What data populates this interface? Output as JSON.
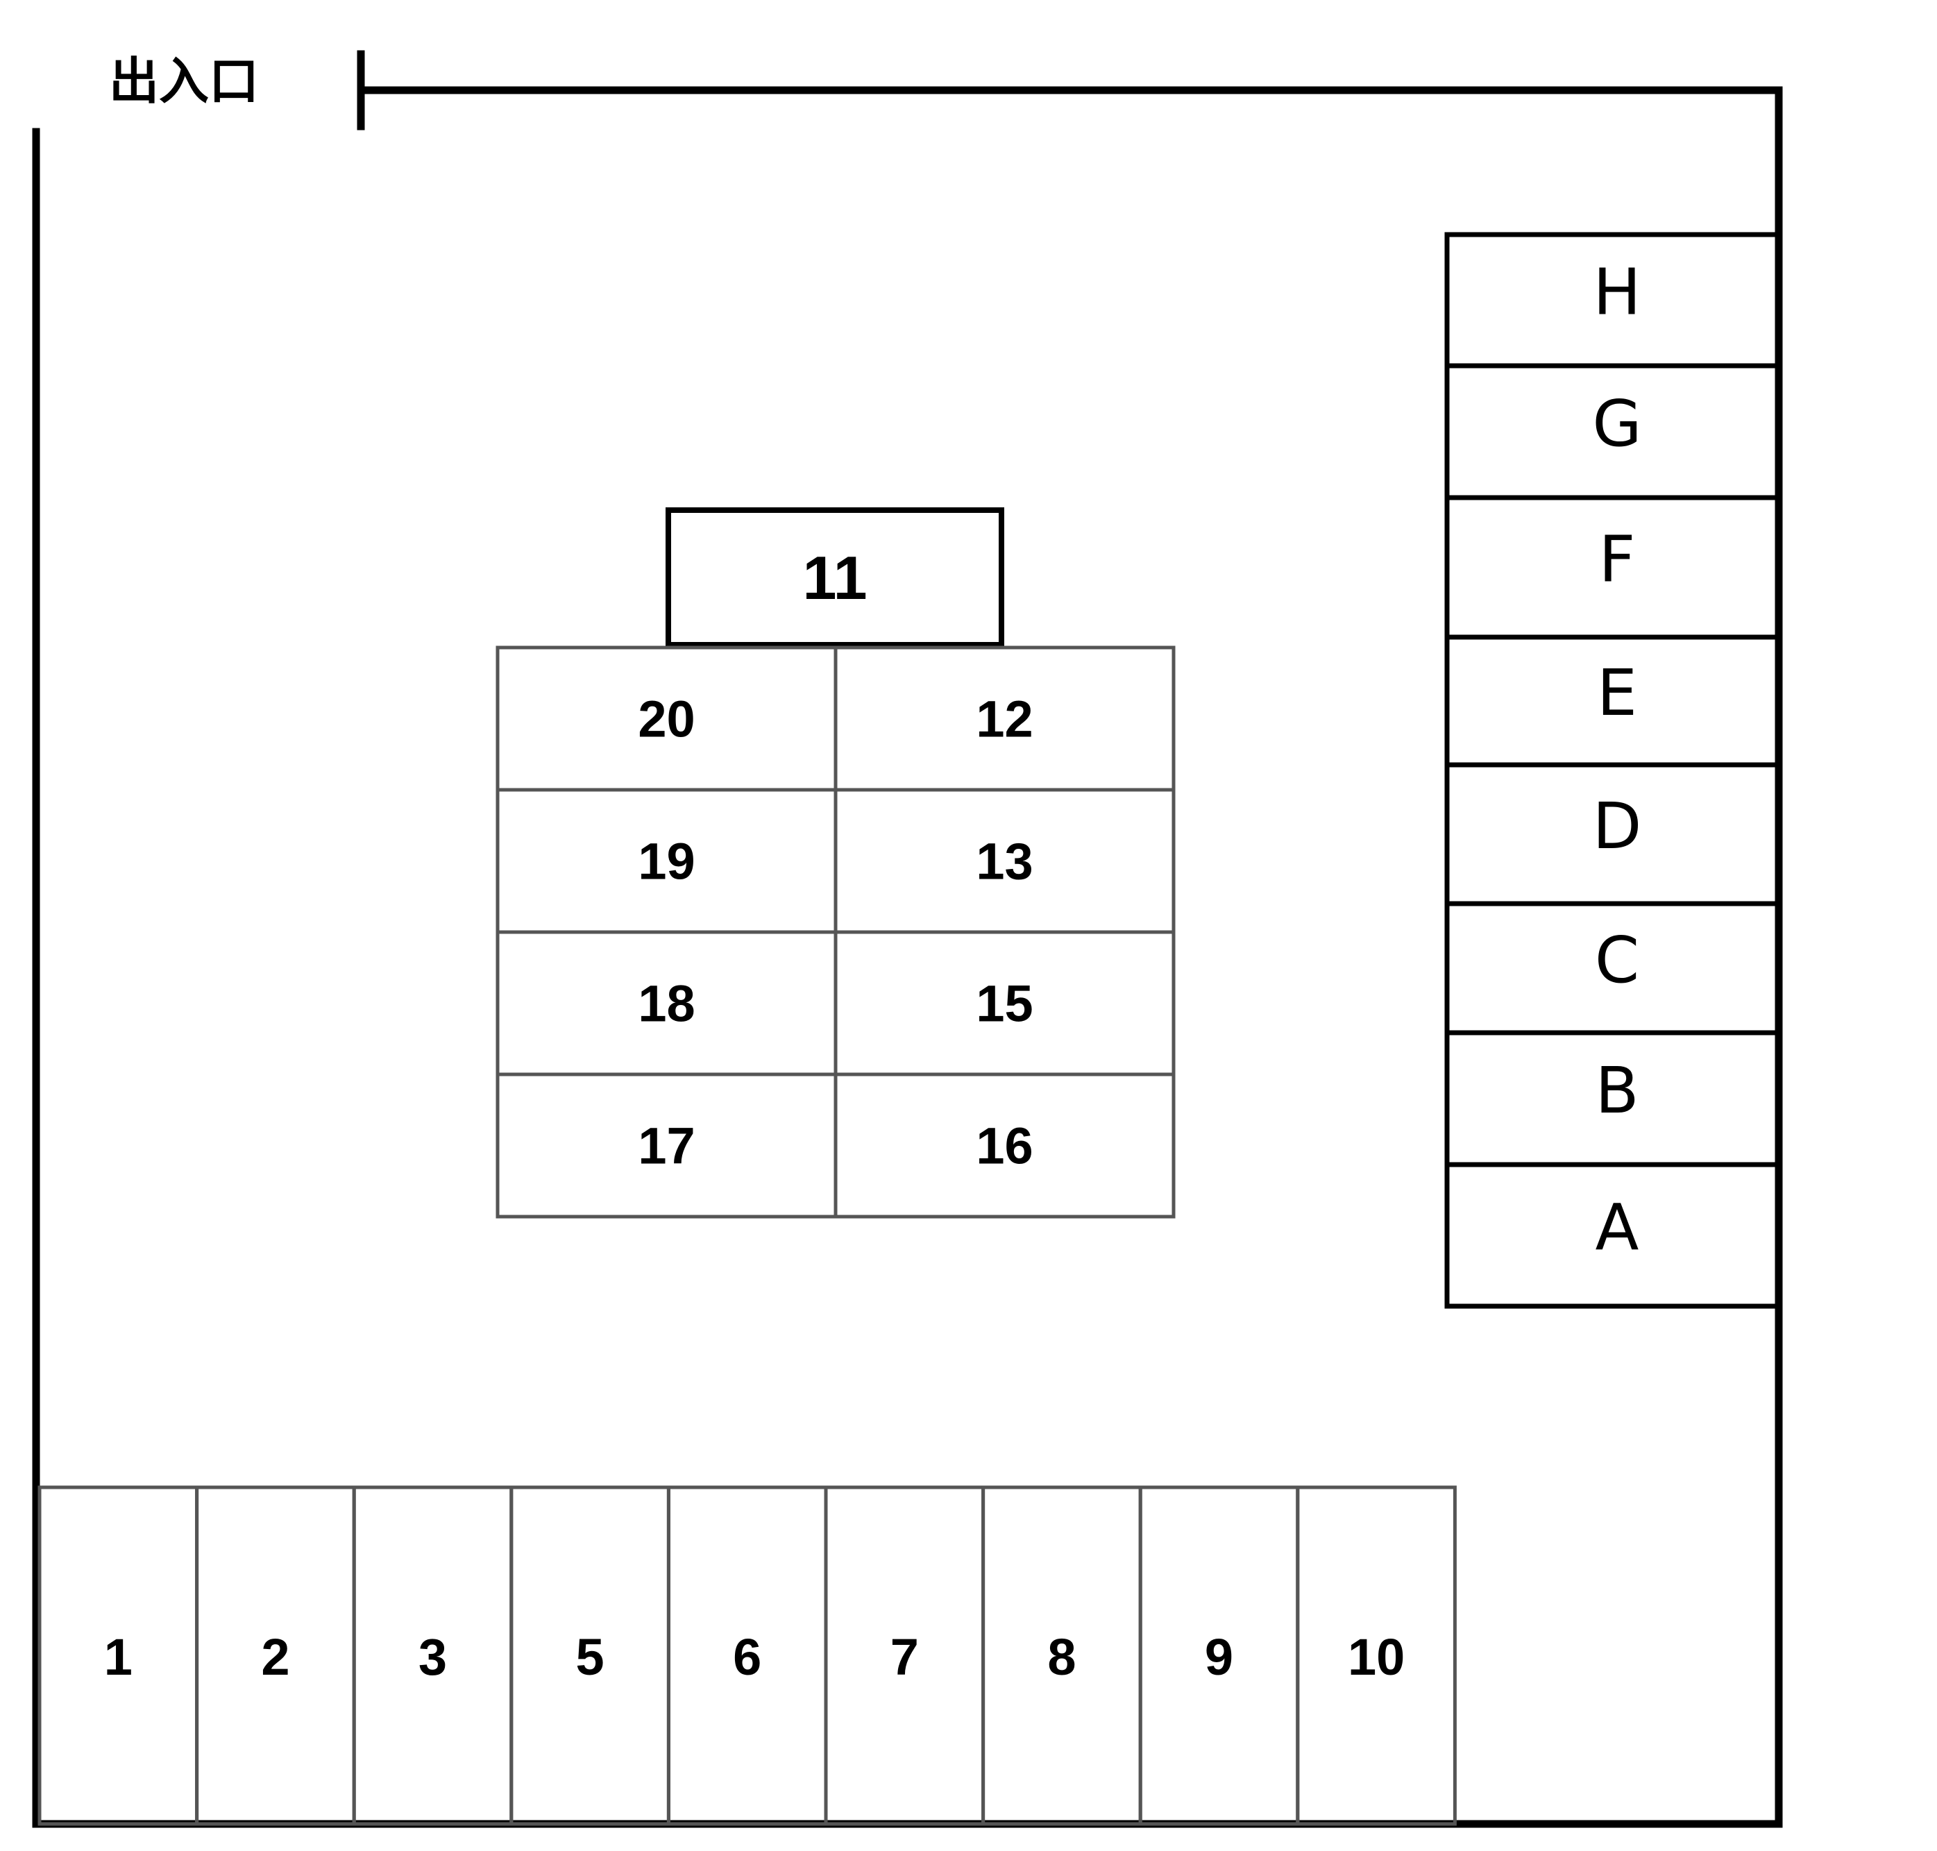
{
  "entrance": {
    "label": "出入口"
  },
  "center_top": {
    "label": "11"
  },
  "center_grid": {
    "rows": [
      [
        "20",
        "12"
      ],
      [
        "19",
        "13"
      ],
      [
        "18",
        "15"
      ],
      [
        "17",
        "16"
      ]
    ]
  },
  "right_column": {
    "labels": [
      "H",
      "G",
      "F",
      "E",
      "D",
      "C",
      "B",
      "A"
    ]
  },
  "bottom_row": {
    "labels": [
      "1",
      "2",
      "3",
      "5",
      "6",
      "7",
      "8",
      "9",
      "10"
    ]
  },
  "colors": {
    "wall": "#000000",
    "thin_line": "#555555",
    "background": "#ffffff",
    "text": "#000000"
  }
}
